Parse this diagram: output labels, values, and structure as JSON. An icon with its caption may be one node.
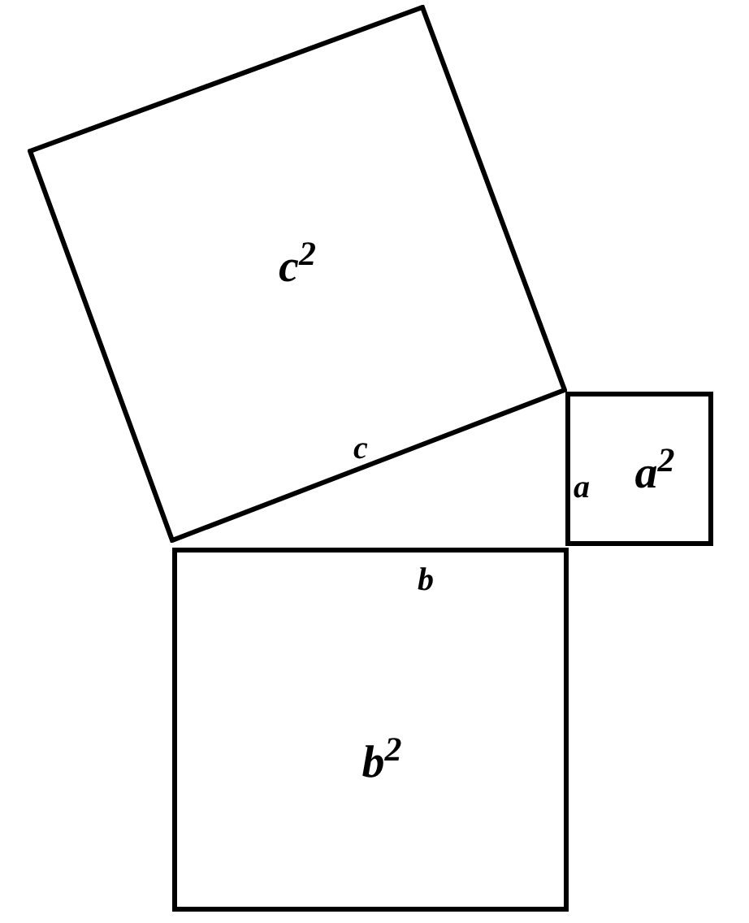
{
  "diagram": {
    "nodes": [
      {
        "text": [
          "*c*$^{2}$"
        ]
      },
      {
        "text": [
          "*a*$^{2}$"
        ]
      },
      {
        "text": [
          "*b*$^{2}$"
        ]
      }
    ],
    "labels": [
      "c",
      "a",
      "b"
    ]
  }
}
